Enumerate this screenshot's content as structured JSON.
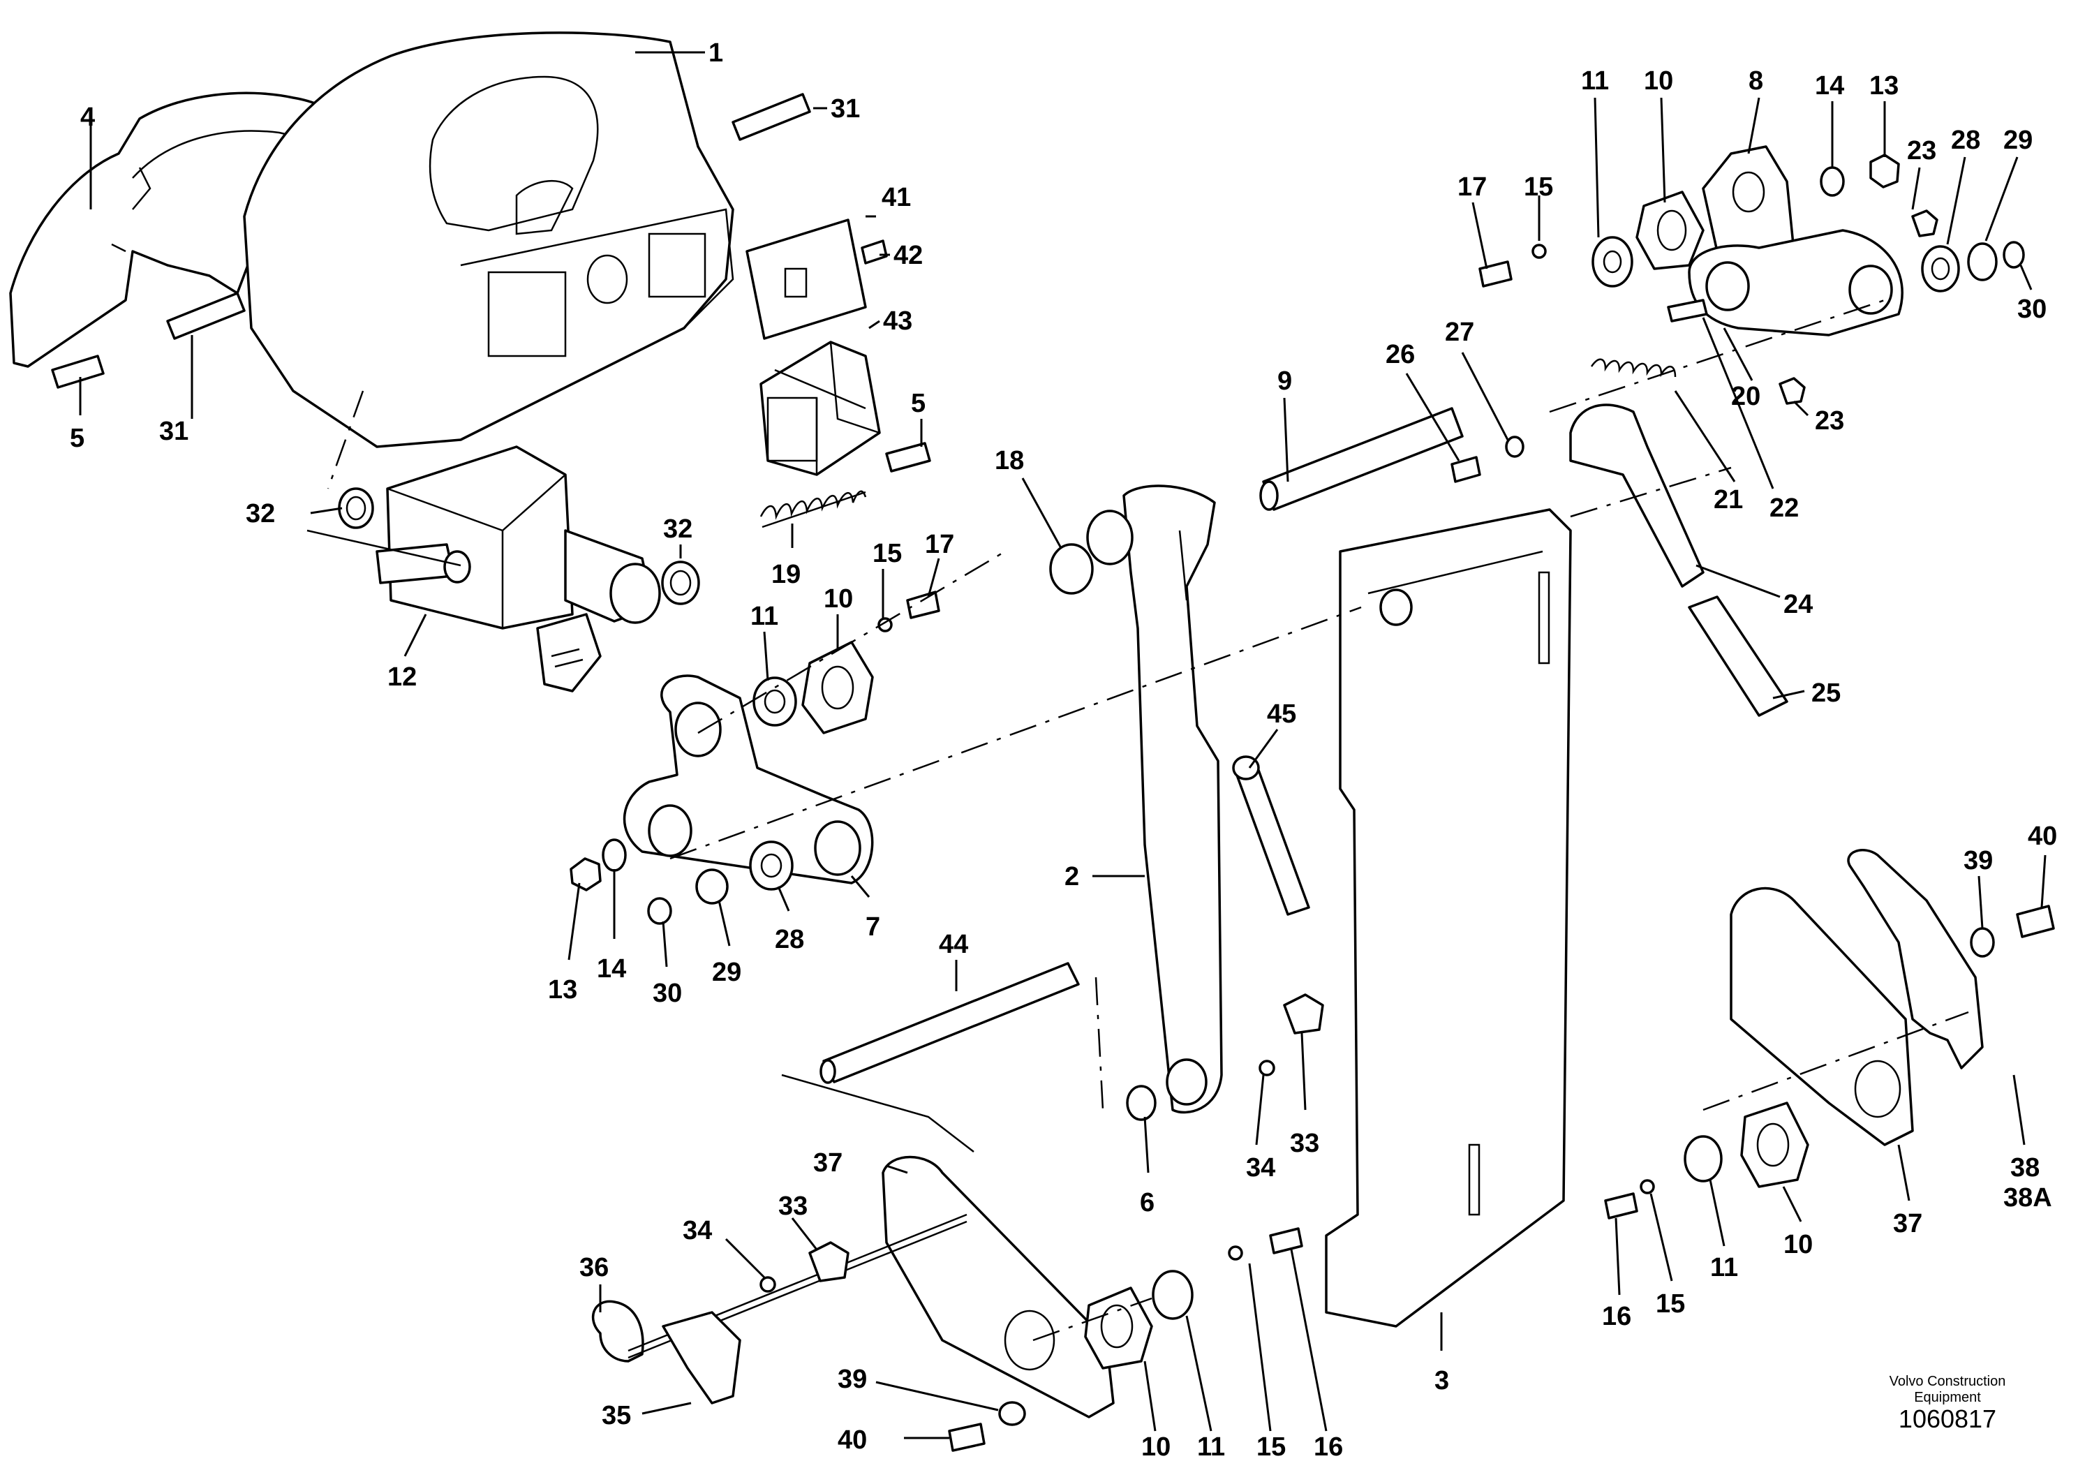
{
  "labels": {
    "p1": "1",
    "p2": "2",
    "p3": "3",
    "p4": "4",
    "p5a": "5",
    "p5b": "5",
    "p6": "6",
    "p7": "7",
    "p8": "8",
    "p9": "9",
    "p10a": "10",
    "p10b": "10",
    "p10c": "10",
    "p10d": "10",
    "p11a": "11",
    "p11b": "11",
    "p11c": "11",
    "p11d": "11",
    "p12": "12",
    "p13a": "13",
    "p13b": "13",
    "p14a": "14",
    "p14b": "14",
    "p15a": "15",
    "p15b": "15",
    "p15c": "15",
    "p15d": "15",
    "p16a": "16",
    "p16b": "16",
    "p17a": "17",
    "p17b": "17",
    "p18": "18",
    "p19": "19",
    "p20": "20",
    "p21": "21",
    "p22": "22",
    "p23a": "23",
    "p23b": "23",
    "p24": "24",
    "p25": "25",
    "p26": "26",
    "p27": "27",
    "p28a": "28",
    "p28b": "28",
    "p29a": "29",
    "p29b": "29",
    "p30a": "30",
    "p30b": "30",
    "p31a": "31",
    "p31b": "31",
    "p32a": "32",
    "p32b": "32",
    "p33a": "33",
    "p33b": "33",
    "p34a": "34",
    "p34b": "34",
    "p35": "35",
    "p36": "36",
    "p37a": "37",
    "p37b": "37",
    "p38": "38",
    "p38A": "38A",
    "p39a": "39",
    "p39b": "39",
    "p40a": "40",
    "p40b": "40",
    "p41": "41",
    "p42": "42",
    "p43": "43",
    "p44": "44",
    "p45": "45"
  },
  "credit": {
    "line1": "Volvo Construction",
    "line2": "Equipment",
    "doc_number": "1060817"
  }
}
